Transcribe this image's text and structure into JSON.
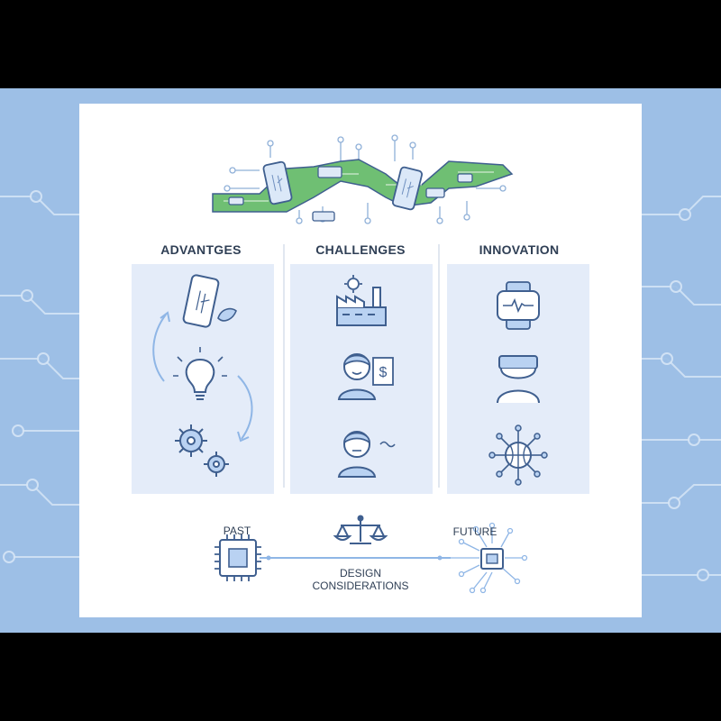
{
  "columns": [
    {
      "title": "ADVANTGES"
    },
    {
      "title": "CHALLENGES"
    },
    {
      "title": "INNOVATION"
    }
  ],
  "timeline": {
    "past_label": "PAST",
    "future_label": "FUTURE",
    "center_label_line1": "DESIGN",
    "center_label_line2": "CONSIDERATIONS"
  },
  "colors": {
    "background": "#9dbfe6",
    "card": "#ffffff",
    "panel": "#e4ecf9",
    "icon_stroke": "#3f5f8f",
    "icon_fill": "#b9d2f2",
    "circuit_green": "#6fbf73",
    "line_light": "#bcd3ee"
  }
}
